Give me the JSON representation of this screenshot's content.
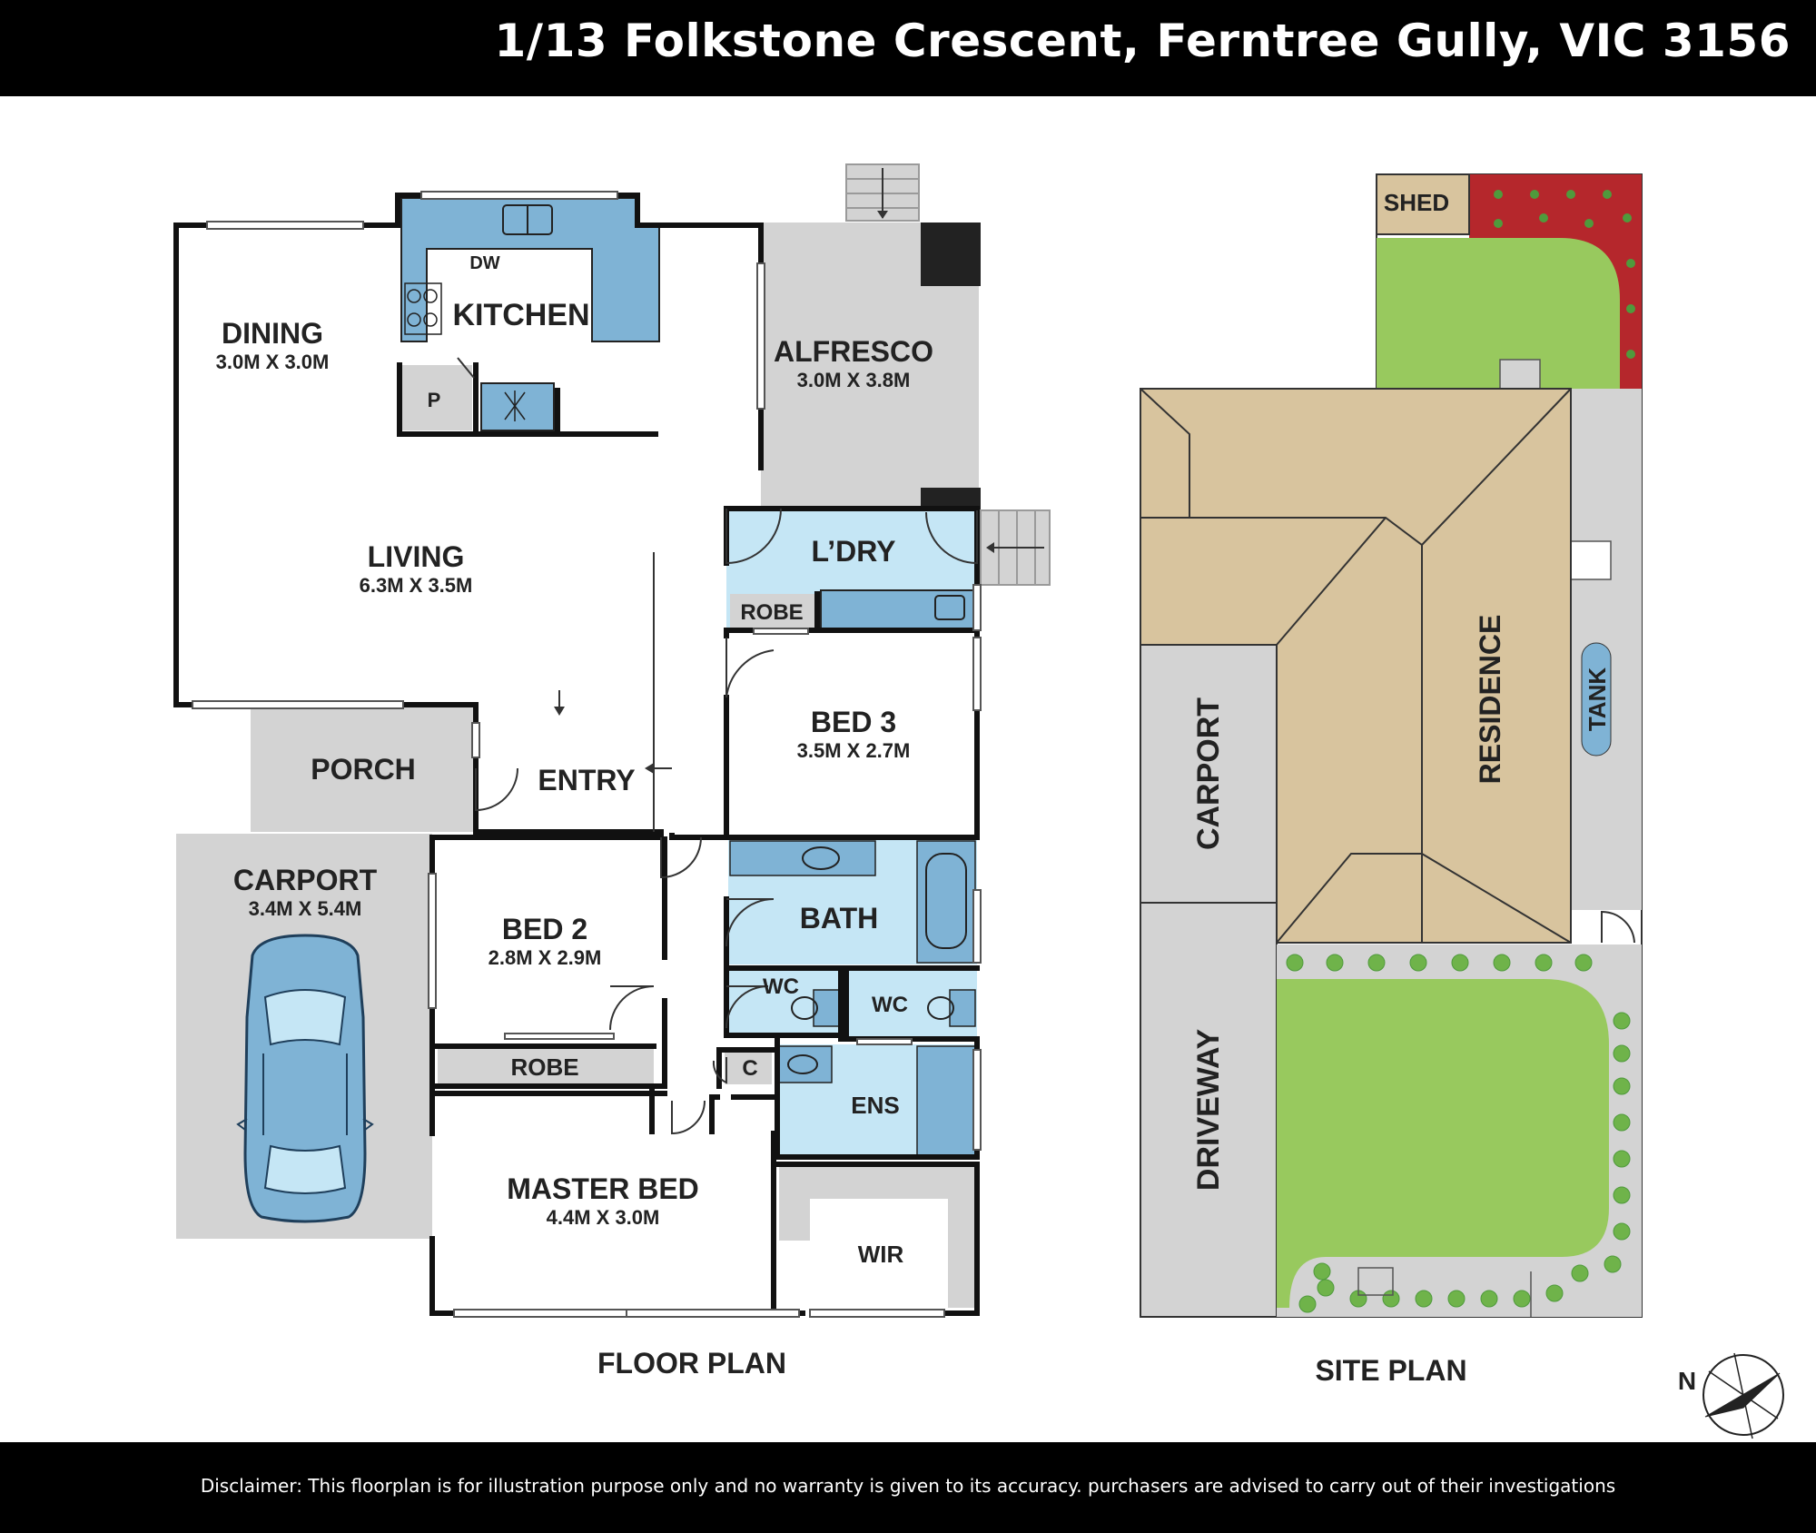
{
  "header": {
    "address": "1/13 Folkstone Crescent, Ferntree Gully, VIC 3156"
  },
  "footer": {
    "disclaimer": "Disclaimer: This floorplan is for illustration purpose only and no warranty is given to its accuracy. purchasers are advised to carry out of their investigations"
  },
  "floor_plan": {
    "caption": "FLOOR PLAN",
    "rooms": {
      "dining": {
        "name": "DINING",
        "size": "3.0M X 3.0M"
      },
      "kitchen": {
        "name": "KITCHEN",
        "dw": "DW",
        "pantry": "P"
      },
      "alfresco": {
        "name": "ALFRESCO",
        "size": "3.0M X 3.8M"
      },
      "living": {
        "name": "LIVING",
        "size": "6.3M X 3.5M"
      },
      "laundry": {
        "name": "L’DRY"
      },
      "robe_laundry": {
        "name": "ROBE"
      },
      "bed3": {
        "name": "BED 3",
        "size": "3.5M X 2.7M"
      },
      "porch": {
        "name": "PORCH"
      },
      "entry": {
        "name": "ENTRY"
      },
      "carport": {
        "name": "CARPORT",
        "size": "3.4M X 5.4M"
      },
      "bed2": {
        "name": "BED 2",
        "size": "2.8M X 2.9M"
      },
      "robe_bed2": {
        "name": "ROBE"
      },
      "bath": {
        "name": "BATH"
      },
      "wc1": {
        "name": "WC"
      },
      "wc2": {
        "name": "WC"
      },
      "linen": {
        "name": "C"
      },
      "ensuite": {
        "name": "ENS"
      },
      "master": {
        "name": "MASTER BED",
        "size": "4.4M X 3.0M"
      },
      "wir": {
        "name": "WIR"
      }
    }
  },
  "site_plan": {
    "caption": "SITE PLAN",
    "labels": {
      "shed": "SHED",
      "residence": "RESIDENCE",
      "tank": "TANK",
      "carport": "CARPORT",
      "driveway": "DRIVEWAY"
    }
  },
  "compass": {
    "label": "N"
  },
  "colors": {
    "wet_area": "#c5e6f5",
    "fixture": "#7fb3d5",
    "outdoor": "#d3d3d3",
    "roof": "#d8c49e",
    "lawn": "#98c95e",
    "garden_bed": "#b5272c"
  }
}
